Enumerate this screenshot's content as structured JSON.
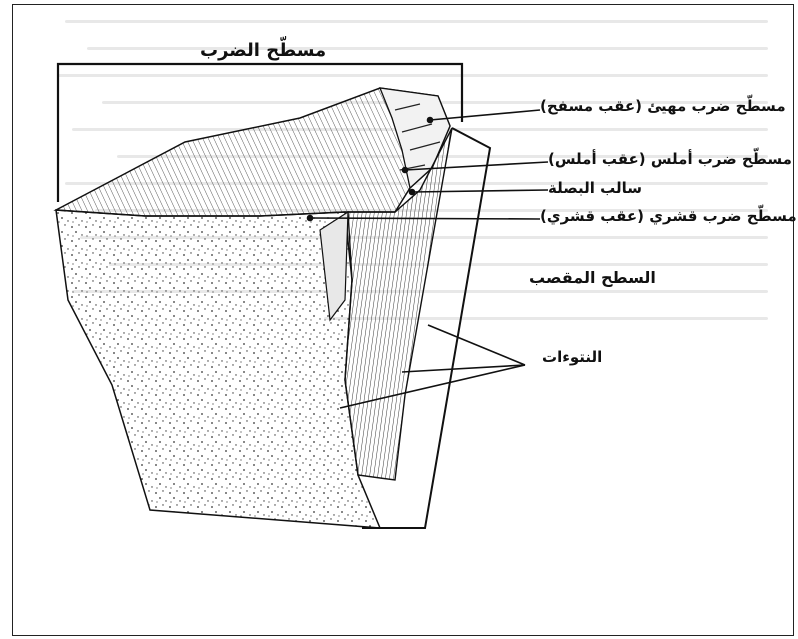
{
  "labels": {
    "striking_platform": "مسطّح الضرب",
    "crushed_platform": "مسطّح ضرب مهيئ (عقب مسفح)",
    "plain_platform": "مسطّح ضرب أملس (عقب أملس)",
    "negative_bulb": "سالب البصلة",
    "cortical_platform": "مسطّح ضرب قشري (عقب قشري)",
    "concave_surface": "السطح المقصب",
    "ripples": "النتوءات"
  },
  "colors": {
    "ink": "#111111",
    "paper": "#ffffff"
  }
}
